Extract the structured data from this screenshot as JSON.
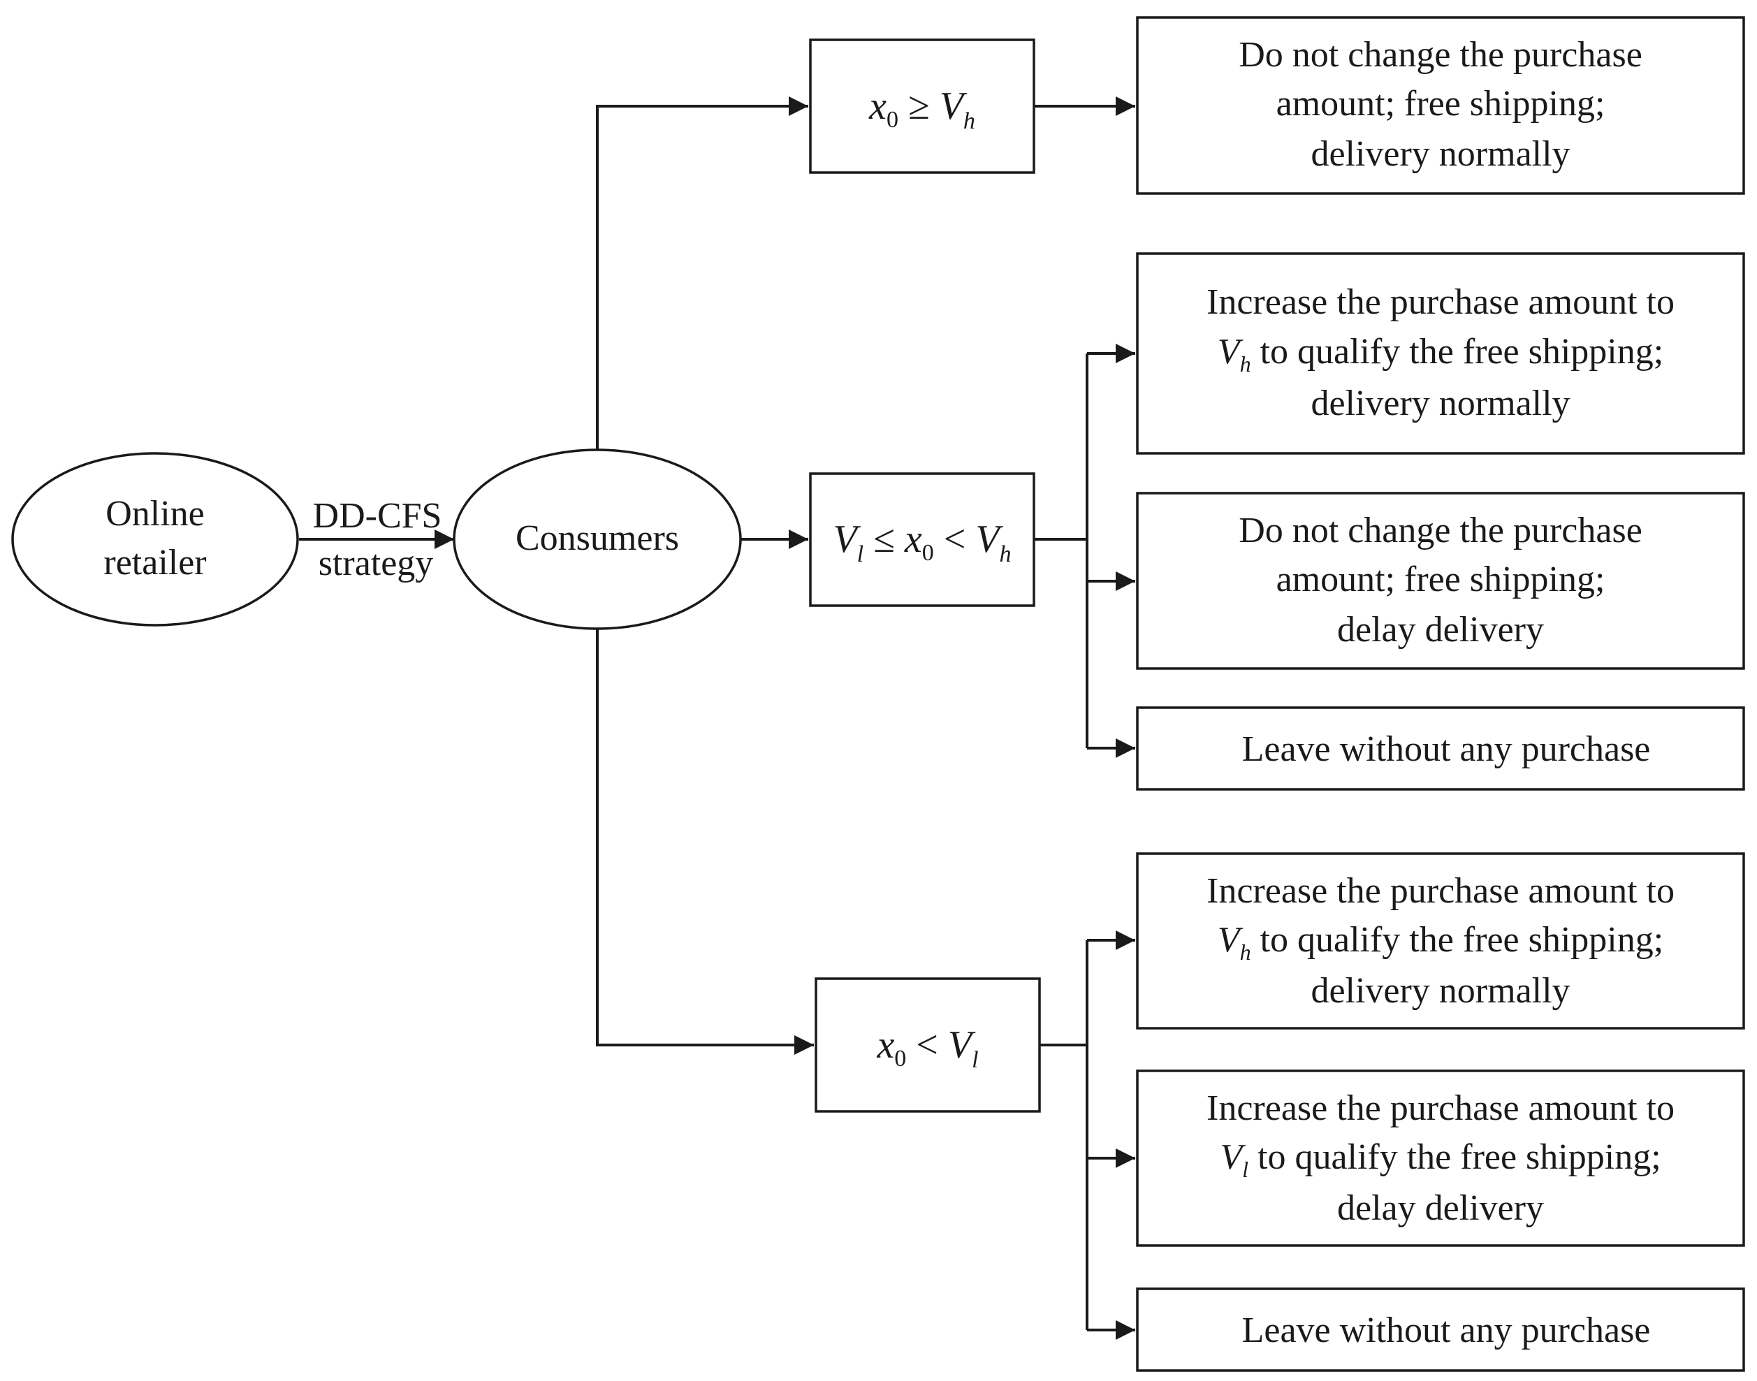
{
  "nodes": {
    "retailer": {
      "line1": "Online",
      "line2": "retailer"
    },
    "edge_label": {
      "line1": "DD-CFS",
      "line2": "strategy"
    },
    "consumers": {
      "label": "Consumers"
    },
    "cond_high": {
      "x": "x",
      "x_sub": "0",
      "op": " ≥ ",
      "v": "V",
      "v_sub": "h"
    },
    "cond_mid": {
      "vl": "V",
      "vl_sub": "l",
      "op1": " ≤ ",
      "x": "x",
      "x_sub": "0",
      "op2": " < ",
      "vh": "V",
      "vh_sub": "h"
    },
    "cond_low": {
      "x": "x",
      "x_sub": "0",
      "op": " < ",
      "v": "V",
      "v_sub": "l"
    }
  },
  "outcomes": {
    "o1": {
      "line1": "Do not change the purchase",
      "line2": "amount; free shipping;",
      "line3": "delivery normally"
    },
    "o2": {
      "line1": "Increase the purchase amount to",
      "v": "V",
      "v_sub": "h",
      "line2_rest": " to qualify the free shipping;",
      "line3": "delivery normally"
    },
    "o3": {
      "line1": "Do not change the purchase",
      "line2": "amount; free shipping;",
      "line3": "delay delivery"
    },
    "o4": {
      "line1": "Leave without any purchase"
    },
    "o5": {
      "line1": "Increase the purchase amount to",
      "v": "V",
      "v_sub": "h",
      "line2_rest": " to qualify the free shipping;",
      "line3": "delivery normally"
    },
    "o6": {
      "line1": "Increase the purchase amount to",
      "v": "V",
      "v_sub": "l",
      "line2_rest": " to qualify the free shipping;",
      "line3": "delay delivery"
    },
    "o7": {
      "line1": "Leave without any purchase"
    }
  }
}
